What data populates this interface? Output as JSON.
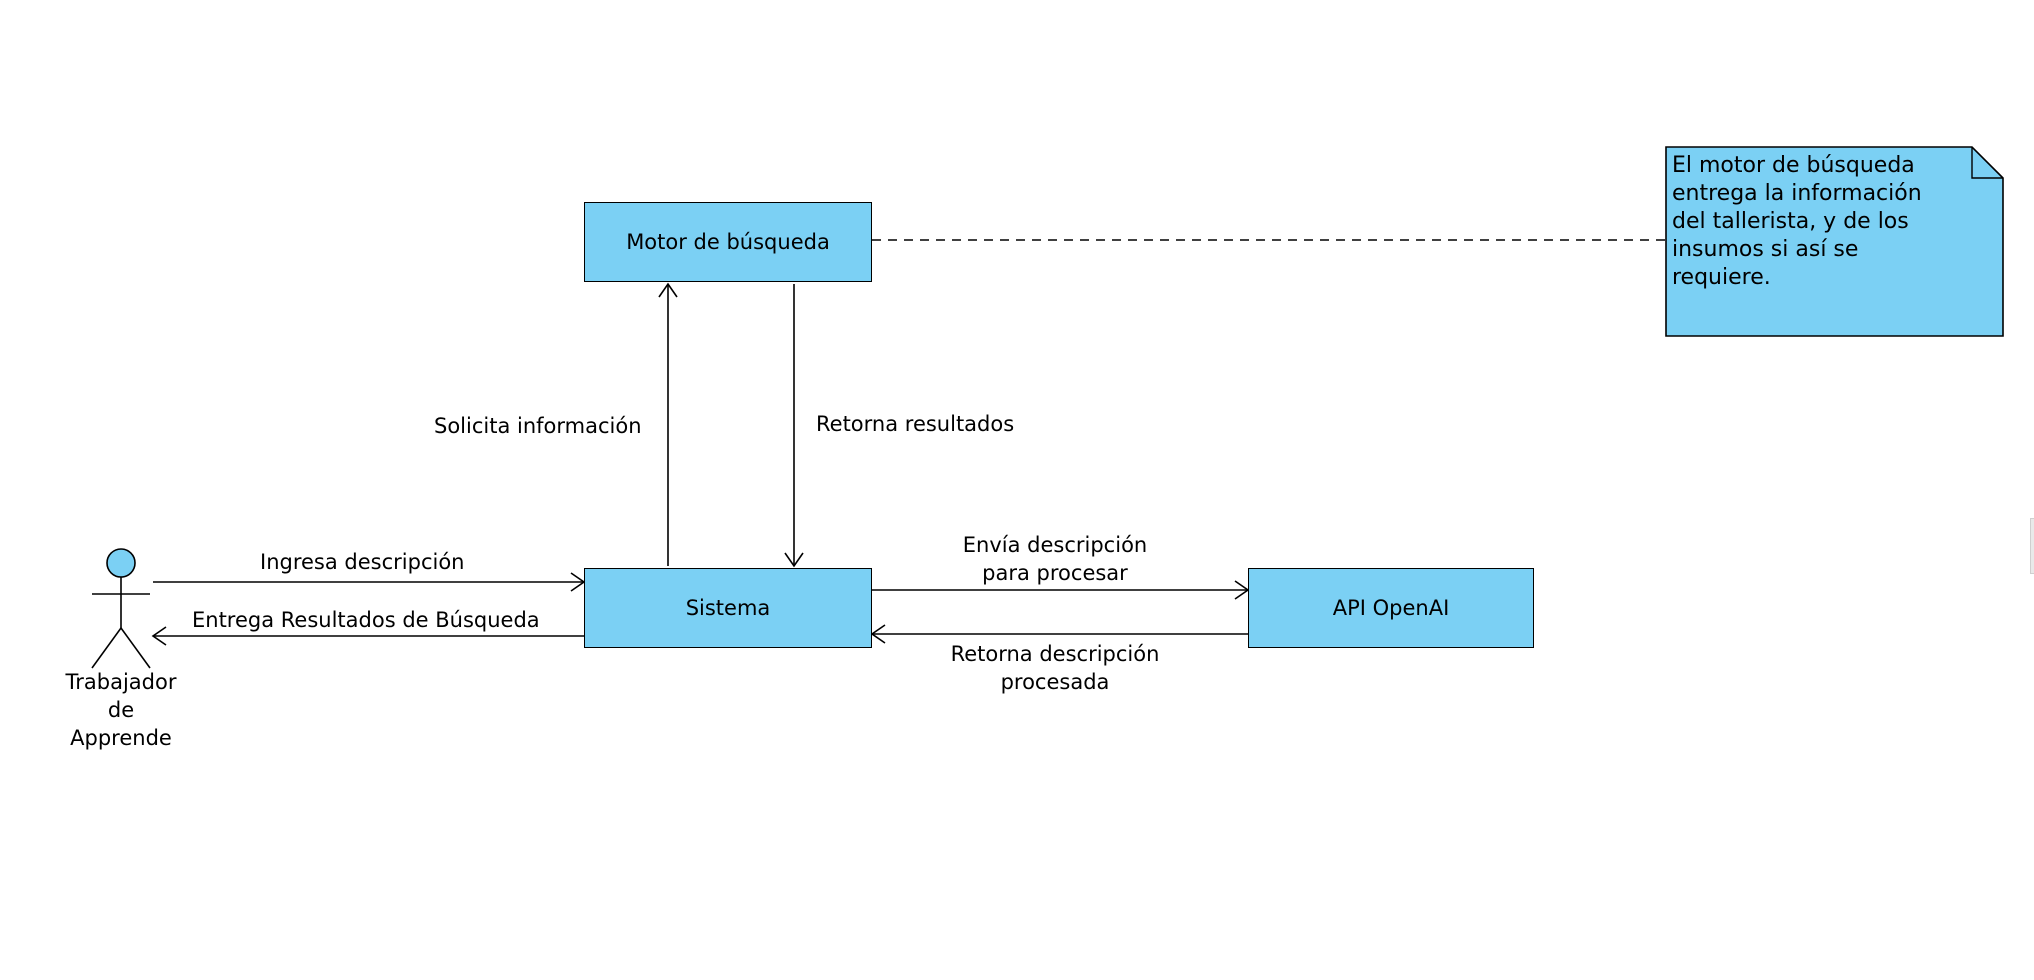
{
  "colors": {
    "fill": "#7bd0f4",
    "stroke": "#000000",
    "background": "#ffffff"
  },
  "actor": {
    "name_lines": [
      "Trabajador",
      "de",
      "Apprende"
    ]
  },
  "boxes": {
    "search_engine": "Motor de búsqueda",
    "system": "Sistema",
    "api": "API OpenAI"
  },
  "messages": {
    "request_info": "Solicita información",
    "return_results": "Retorna resultados",
    "input_description": "Ingresa descripción",
    "deliver_results": "Entrega Resultados de Búsqueda",
    "send_description": [
      "Envía descripción",
      "para procesar"
    ],
    "return_description": [
      "Retorna descripción",
      "procesada"
    ]
  },
  "note": {
    "lines": [
      "El motor de búsqueda",
      "entrega la información",
      "del tallerista, y de los",
      "insumos si así se",
      "requiere."
    ]
  }
}
